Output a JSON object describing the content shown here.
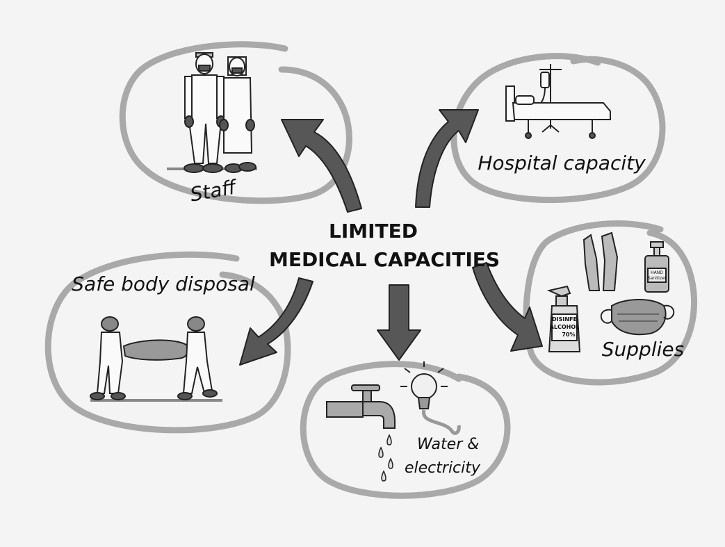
{
  "title": {
    "line1": "LIMITED",
    "line2": "MEDICAL CAPACITIES"
  },
  "nodes": {
    "staff": {
      "label": "Staff"
    },
    "hospital": {
      "label": "Hospital capacity"
    },
    "disposal": {
      "label": "Safe body disposal"
    },
    "water": {
      "label_line1": "Water &",
      "label_line2": "electricity"
    },
    "supplies": {
      "label": "Supplies",
      "spray_line1": "DISINFE",
      "spray_line2": "ALCOHOL",
      "spray_line3": "70%",
      "sanitizer_line1": "HAND",
      "sanitizer_line2": "Sanitizer"
    }
  },
  "colors": {
    "background": "#f4f4f4",
    "ring": "#a9a9a9",
    "arrow": "#575757",
    "ink": "#111111",
    "fill_gray": "#8f8f8f"
  },
  "icons": [
    "ppe-staff-icon",
    "hospital-bed-icon",
    "body-bag-icon",
    "tap-icon",
    "light-bulb-icon",
    "gloves-icon",
    "sanitizer-icon",
    "spray-bottle-icon",
    "face-mask-icon"
  ]
}
